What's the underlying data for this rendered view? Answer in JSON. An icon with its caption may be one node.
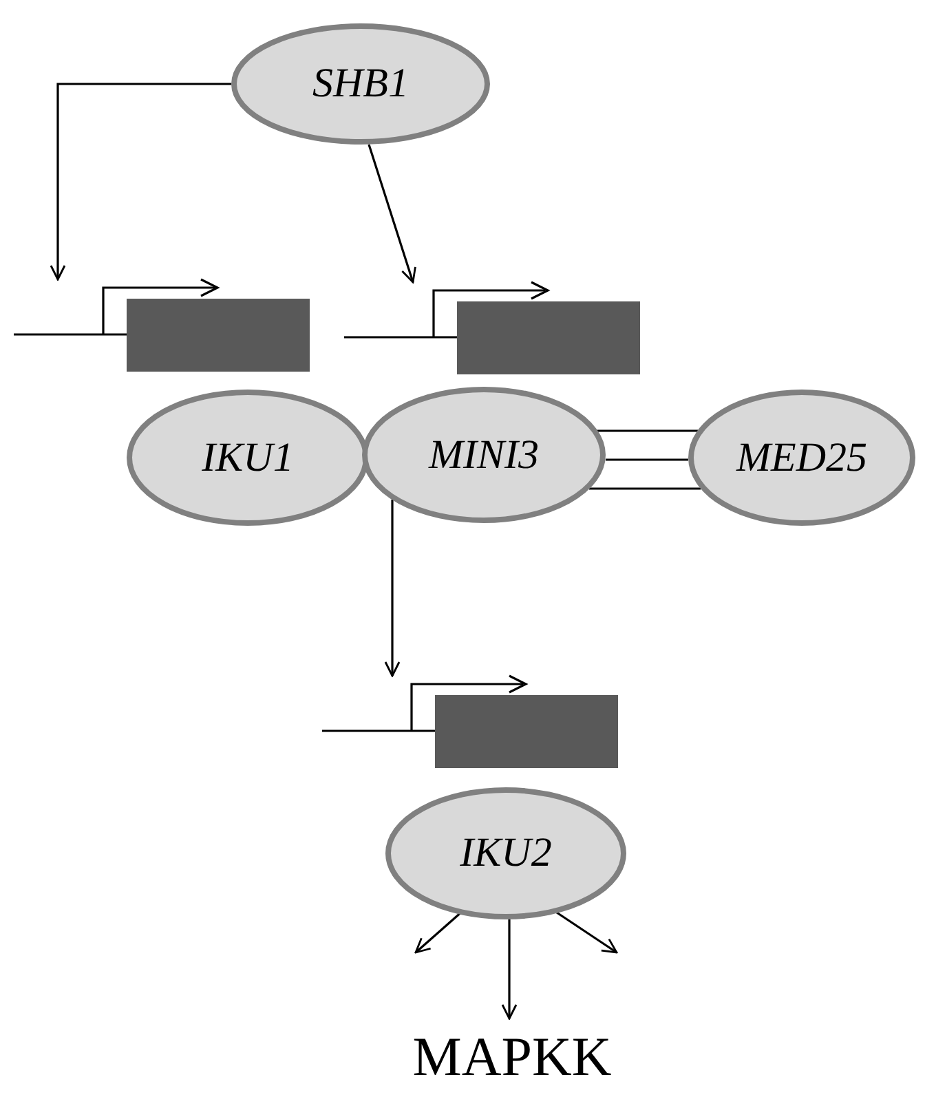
{
  "diagram": {
    "nodes": [
      {
        "text": [
          "SHB1"
        ]
      },
      {
        "text": [],
        "shape": "box"
      },
      {
        "text": [],
        "shape": "box"
      },
      {
        "text": [
          "IKU1"
        ]
      },
      {
        "text": [
          "MINI3"
        ]
      },
      {
        "text": [
          "MED25"
        ]
      },
      {
        "text": [],
        "shape": "box"
      },
      {
        "text": [
          "IKU2"
        ]
      },
      {
        "text": [
          "MAPKK"
        ]
      }
    ],
    "edges": [
      {
        "from": 0,
        "to": 1,
        "arrow": "to"
      },
      {
        "from": 0,
        "to": 2,
        "arrow": "to"
      },
      {
        "from": 4,
        "to": 5,
        "arrow": "none"
      },
      {
        "from": 4,
        "to": 5,
        "arrow": "none"
      },
      {
        "from": 4,
        "to": 5,
        "arrow": "none"
      },
      {
        "from": 4,
        "to": 6,
        "arrow": "to"
      },
      {
        "from": 7,
        "to": 8,
        "arrow": "to"
      },
      {
        "from": 7,
        "to": null,
        "arrow": "to"
      },
      {
        "from": 7,
        "to": null,
        "arrow": "to"
      }
    ]
  }
}
